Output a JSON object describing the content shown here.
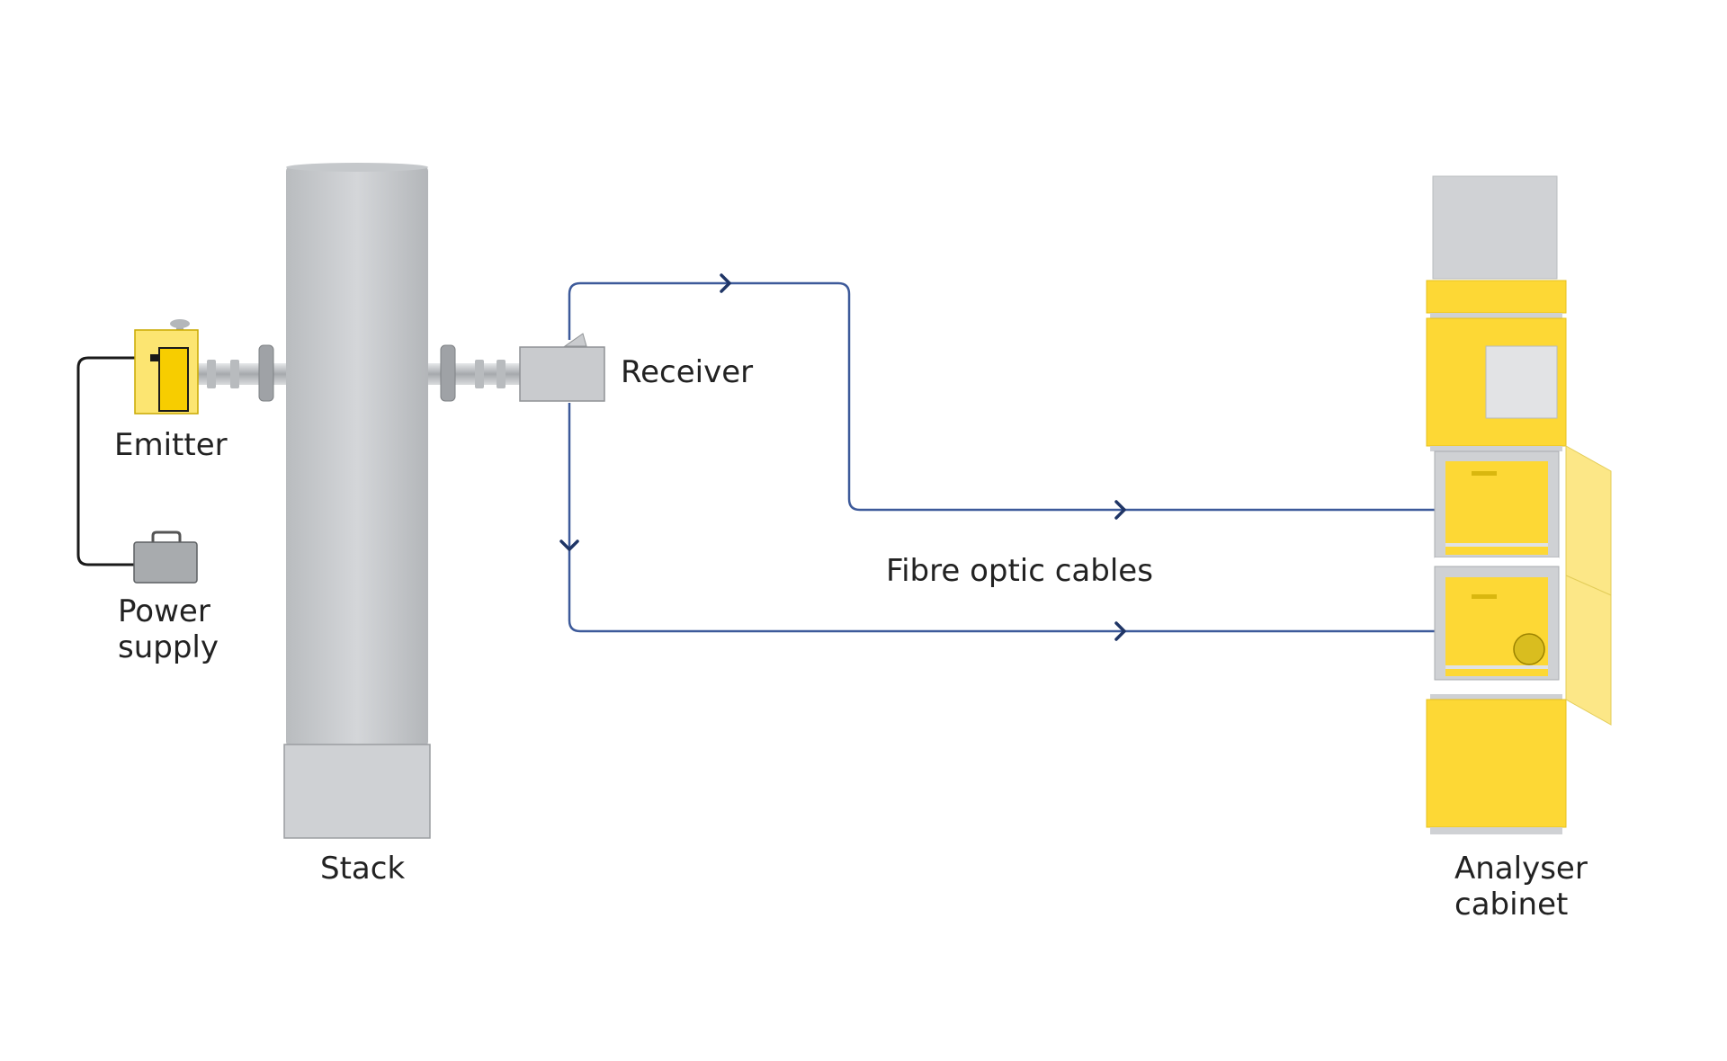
{
  "labels": {
    "emitter": "Emitter",
    "power_supply_line1": "Power",
    "power_supply_line2": "supply",
    "stack": "Stack",
    "receiver": "Receiver",
    "fibre_optic_cables": "Fibre optic cables",
    "analyser_line1": "Analyser",
    "analyser_line2": "cabinet"
  },
  "colors": {
    "yellow": "#fdd835",
    "gray": "#cdd0d3",
    "cable": "#3d5a9a",
    "arrow": "#1f3566"
  }
}
